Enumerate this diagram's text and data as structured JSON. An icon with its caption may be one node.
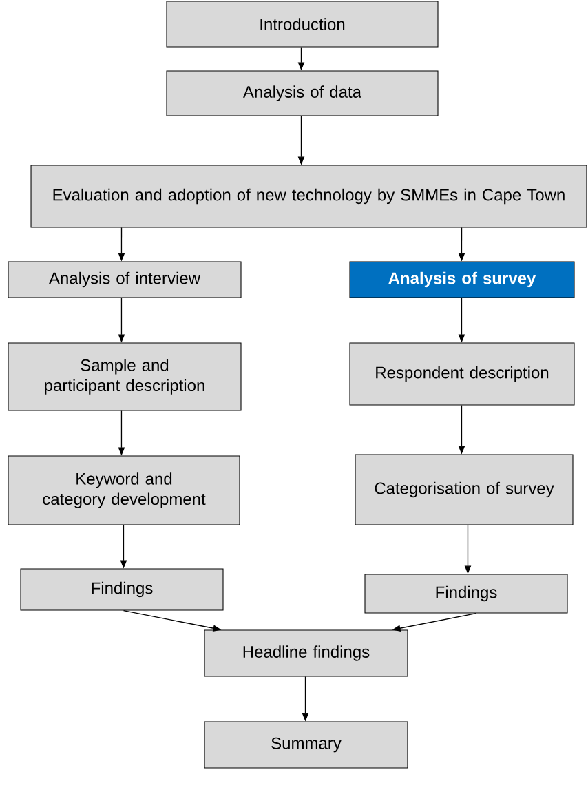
{
  "diagram": {
    "nodes": [
      {
        "text": [
          "Introduction"
        ]
      },
      {
        "text": [
          "Analysis of data"
        ]
      },
      {
        "text": [
          "Evaluation and adoption of new technology by SMMEs in Cape Town"
        ]
      },
      {
        "text": [
          "Analysis of interview"
        ]
      },
      {
        "text": [
          "Analysis of survey"
        ]
      },
      {
        "text": [
          "Sample and participant description"
        ]
      },
      {
        "text": [
          "Respondent description"
        ]
      },
      {
        "text": [
          "Keyword and category development"
        ]
      },
      {
        "text": [
          "Categorisation of survey"
        ]
      },
      {
        "text": [
          "Findings"
        ]
      },
      {
        "text": [
          "Findings"
        ]
      },
      {
        "text": [
          "Headline findings"
        ]
      },
      {
        "text": [
          "Summary"
        ]
      }
    ],
    "edges": [
      {
        "from": 0,
        "to": 1,
        "arrow": "to"
      },
      {
        "from": 1,
        "to": 2,
        "arrow": "to"
      },
      {
        "from": 2,
        "to": 3,
        "arrow": "to"
      },
      {
        "from": 2,
        "to": 4,
        "arrow": "to"
      },
      {
        "from": 3,
        "to": 5,
        "arrow": "to"
      },
      {
        "from": 5,
        "to": 7,
        "arrow": "to"
      },
      {
        "from": 7,
        "to": 9,
        "arrow": "to"
      },
      {
        "from": 4,
        "to": 6,
        "arrow": "to"
      },
      {
        "from": 6,
        "to": 8,
        "arrow": "to"
      },
      {
        "from": 8,
        "to": 10,
        "arrow": "to"
      },
      {
        "from": 9,
        "to": 11,
        "arrow": "to"
      },
      {
        "from": 10,
        "to": 11,
        "arrow": "to"
      },
      {
        "from": 11,
        "to": 12,
        "arrow": "to"
      }
    ]
  }
}
